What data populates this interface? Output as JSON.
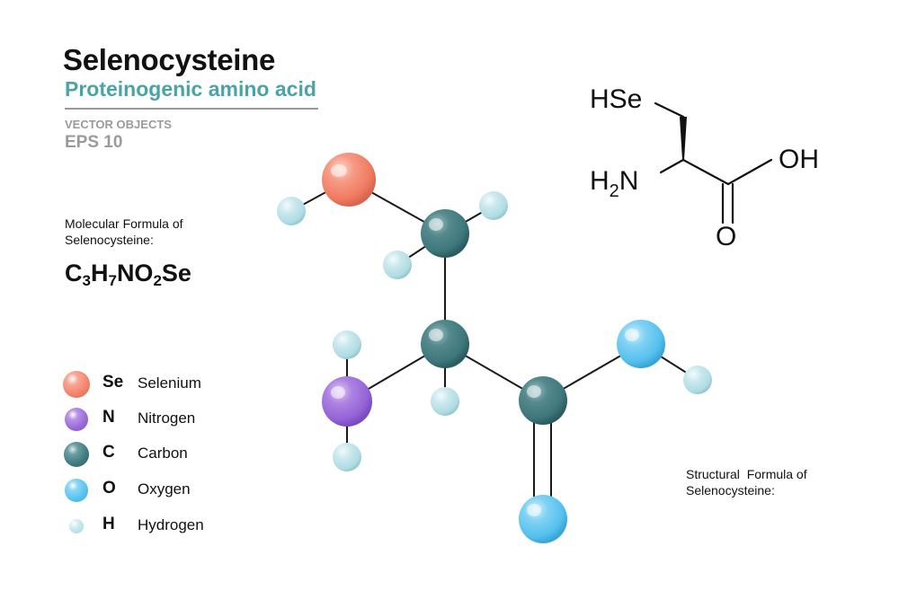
{
  "header": {
    "title": "Selenocysteine",
    "subtitle": "Proteinogenic amino acid",
    "vector_label": "VECTOR OBJECTS",
    "eps_label": "EPS 10"
  },
  "molecular_formula": {
    "caption_line1": "Molecular Formula of",
    "caption_line2": "Selenocysteine:",
    "parts": [
      {
        "t": "C",
        "sub": "3"
      },
      {
        "t": "H",
        "sub": "7"
      },
      {
        "t": "NO",
        "sub": "2"
      },
      {
        "t": "Se",
        "sub": ""
      }
    ]
  },
  "structural_formula": {
    "caption_line1": "Structural  Formula of",
    "caption_line2": "Selenocysteine:",
    "labels": {
      "hse": "HSe",
      "oh": "OH",
      "h2n_h": "H",
      "h2n_sub": "2",
      "h2n_n": "N",
      "o": "O"
    }
  },
  "legend": [
    {
      "symbol": "Se",
      "name": "Selenium",
      "color": "#f3826b",
      "size": 30
    },
    {
      "symbol": "N",
      "name": "Nitrogen",
      "color": "#9b6ad9",
      "size": 26
    },
    {
      "symbol": "C",
      "name": "Carbon",
      "color": "#3f7b80",
      "size": 28
    },
    {
      "symbol": "O",
      "name": "Oxygen",
      "color": "#58c3f0",
      "size": 26
    },
    {
      "symbol": "H",
      "name": "Hydrogen",
      "color": "#b6dfe6",
      "size": 16
    }
  ],
  "colors": {
    "selenium": "#f3826b",
    "nitrogen": "#9b6ad9",
    "carbon": "#3f7b80",
    "oxygen": "#58c3f0",
    "hydrogen": "#b6dfe6",
    "accent": "#4aa3a7",
    "muted": "#9a9a9a"
  }
}
